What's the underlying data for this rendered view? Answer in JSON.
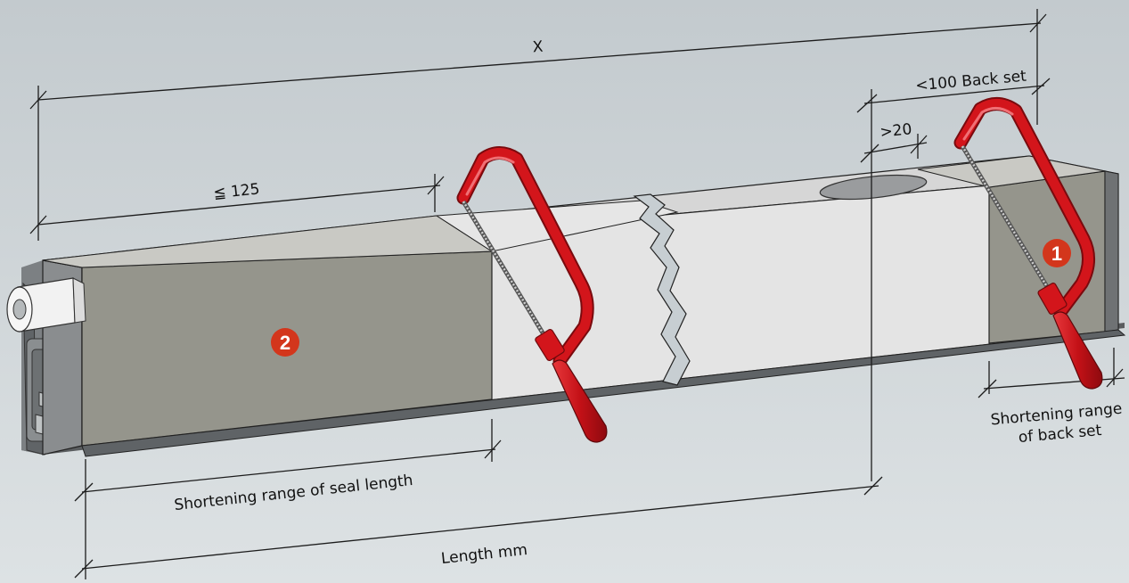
{
  "labels": {
    "x": "X",
    "back_set": "<100 Back set",
    "gt20": ">20",
    "le125": "≦ 125",
    "shortening_seal": "Shortening range of seal length",
    "length": "Length mm",
    "shortening_backset_line1": "Shortening range",
    "shortening_backset_line2": "of back set"
  },
  "badges": {
    "one": "1",
    "two": "2"
  },
  "colors": {
    "background_top": "#c3cace",
    "background_bottom": "#dde2e4",
    "seal_dark": "#95958c",
    "seal_light": "#e3e3e3",
    "seal_top": "#dcdcdc",
    "saw_red": "#d3151b",
    "handle_red": "#c41117",
    "badge_red": "#d3361c",
    "dimension_line": "#1c1c1c"
  }
}
